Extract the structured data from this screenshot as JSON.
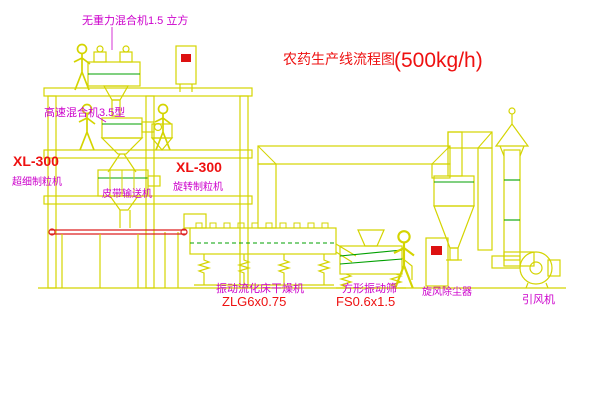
{
  "title": {
    "name": "农药生产线流程图",
    "capacity": "(500kg/h)"
  },
  "labels": {
    "mixer_top": "无重力混合机1.5 立方",
    "high_speed_mixer": "高速混合机3.5型",
    "granulator_left_model": "XL-300",
    "granulator_left_name": "超细制粒机",
    "granulator_mid_model": "XL-300",
    "granulator_mid_name": "旋转制粒机",
    "belt_conveyor": "皮带输送机",
    "dryer_name": "振动流化床干燥机",
    "dryer_model": "ZLG6x0.75",
    "sieve_name": "方形振动筛",
    "sieve_model": "FS0.6x1.5",
    "cyclone_name": "旋风除尘器",
    "fan_name": "引风机"
  },
  "colors": {
    "cad_yellow": "#d4d400",
    "cad_green": "#00a000",
    "label_magenta": "#cc00cc",
    "label_red": "#ee1111",
    "background": "#ffffff"
  }
}
